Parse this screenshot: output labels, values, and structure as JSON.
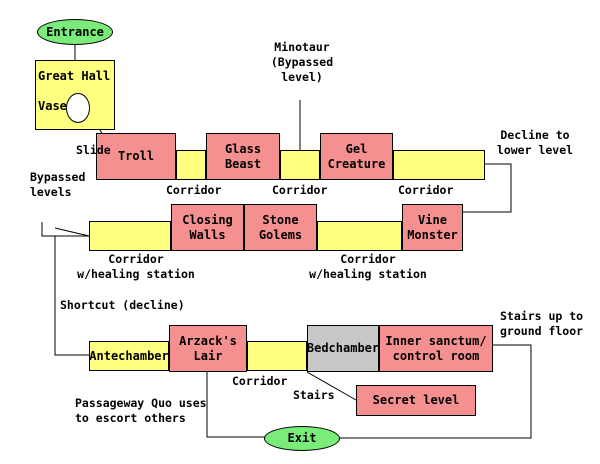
{
  "nodes": {
    "entrance": "Entrance",
    "great_hall": "Great Hall",
    "vase": "Vase",
    "troll": "Troll",
    "glass_beast": "Glass\nBeast",
    "gel_creature": "Gel\nCreature",
    "closing_walls": "Closing\nWalls",
    "stone_golems": "Stone\nGolems",
    "vine_monster": "Vine\nMonster",
    "antechamber": "Antechamber",
    "arzacks_lair": "Arzack's\nLair",
    "bedchamber": "Bedchamber",
    "inner_sanctum": "Inner sanctum/\ncontrol room",
    "secret_level": "Secret level",
    "exit": "Exit"
  },
  "labels": {
    "minotaur": "Minotaur\n(Bypassed\nlevel)",
    "slide": "Slide",
    "corridor_1": "Corridor",
    "corridor_2": "Corridor",
    "corridor_3": "Corridor",
    "decline": "Decline to\nlower level",
    "bypassed_levels": "Bypassed\nlevels",
    "corridor_heal_1": "Corridor\nw/healing station",
    "corridor_heal_2": "Corridor\nw/healing station",
    "shortcut": "Shortcut (decline)",
    "stairs_up": "Stairs up to\nground floor",
    "corridor_4": "Corridor",
    "stairs": "Stairs",
    "passageway": "Passageway Quo uses\nto escort others"
  },
  "colors": {
    "room_yellow": "#ffff80",
    "room_red": "#f4908f",
    "room_gray": "#c8c8c8",
    "terminal_green": "#79ec79"
  }
}
